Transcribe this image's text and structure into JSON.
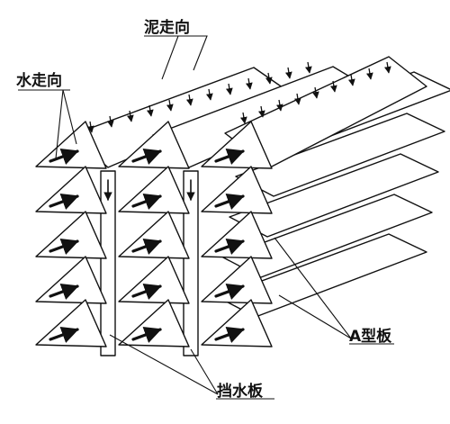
{
  "labels": {
    "mud_direction": "泥走向",
    "water_direction": "水走向",
    "a_type_plate": "A型板",
    "baffle_plate": "挡水板"
  },
  "colors": {
    "line": "#111111",
    "background": "#ffffff"
  }
}
